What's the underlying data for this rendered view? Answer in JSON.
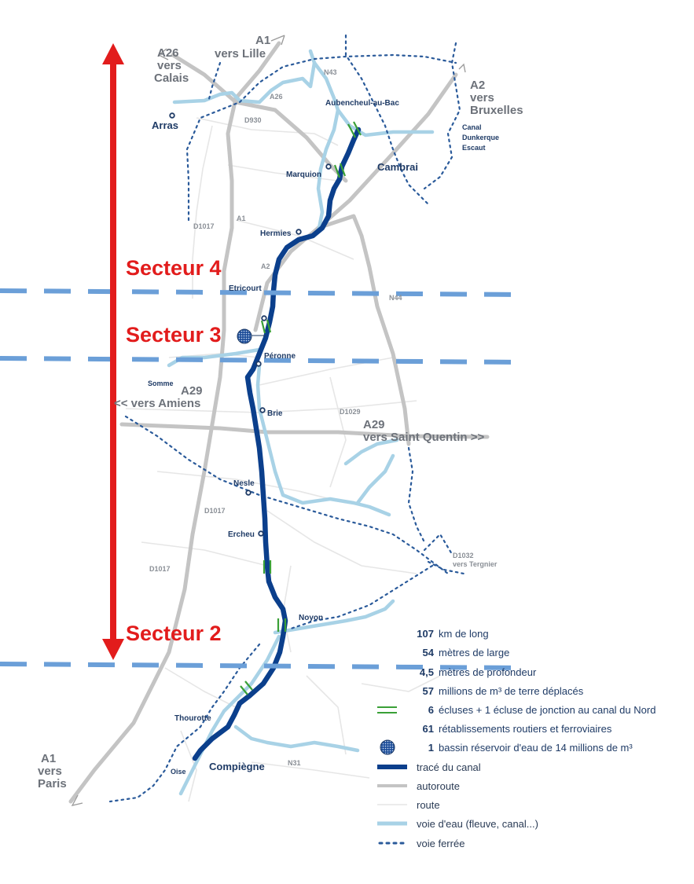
{
  "sectors": [
    {
      "label": "Secteur 4"
    },
    {
      "label": "Secteur 3"
    },
    {
      "label": "Secteur 2"
    }
  ],
  "towns": {
    "arras": "Arras",
    "aubencheul": "Aubencheul-au-Bac",
    "cambrai": "Cambrai",
    "marquion": "Marquion",
    "hermies": "Hermies",
    "etricourt": "Etricourt",
    "peronne": "Péronne",
    "brie": "Brie",
    "nesle": "Nesle",
    "ercheu": "Ercheu",
    "noyon": "Noyon",
    "thourotte": "Thourotte",
    "compiegne": "Compiègne"
  },
  "roads": {
    "n43": "N43",
    "a26_small": "A26",
    "d930": "D930",
    "a1_small": "A1",
    "a2_small": "A2",
    "d1017_top": "D1017",
    "n44": "N44",
    "d1029": "D1029",
    "d1017_mid": "D1017",
    "d1017_low": "D1017",
    "n31": "N31",
    "d1032_a": "D1032",
    "d1032_b": "vers Tergnier"
  },
  "highways": {
    "a26_1": "A26",
    "a26_2": "vers",
    "a26_3": "Calais",
    "a1n_1": "A1",
    "a1n_2": "vers Lille",
    "a2_1": "A2",
    "a2_2": "vers",
    "a2_3": "Bruxelles",
    "a29w_1": "A29",
    "a29w_2": "<< vers Amiens",
    "a29e_1": "A29",
    "a29e_2": "vers Saint Quentin >>",
    "a1s_1": "A1",
    "a1s_2": "vers",
    "a1s_3": "Paris"
  },
  "water": {
    "canal_1": "Canal",
    "canal_2": "Dunkerque",
    "canal_3": "Escaut",
    "somme": "Somme",
    "oise": "Oise"
  },
  "legend": [
    {
      "num": "107",
      "text": "km de long"
    },
    {
      "num": "54",
      "text": "mètres de large"
    },
    {
      "num": "4,5",
      "text": "mètres de profondeur"
    },
    {
      "num": "57",
      "text": "millions de m³ de terre déplacés"
    },
    {
      "num": "6",
      "text": "écluses + 1 écluse de jonction au canal du Nord"
    },
    {
      "num": "61",
      "text": "rétablissements routiers et ferroviaires"
    },
    {
      "num": "1",
      "text": "bassin réservoir d'eau de 14 millions de m³"
    },
    {
      "num": "",
      "text": "tracé du canal"
    },
    {
      "num": "",
      "text": "autoroute"
    },
    {
      "num": "",
      "text": "route"
    },
    {
      "num": "",
      "text": "voie d'eau (fleuve, canal...)"
    },
    {
      "num": "",
      "text": "voie ferrée"
    }
  ],
  "colors": {
    "canal": "#0b3f8c",
    "waterway": "#a8d2e6",
    "highway": "#c4c4c4",
    "road": "#e6e6e6",
    "rail": "#2a5a9a",
    "sector_line": "#6b9fd8",
    "sector_arrow": "#e21c1c",
    "lock": "#3aa037"
  }
}
